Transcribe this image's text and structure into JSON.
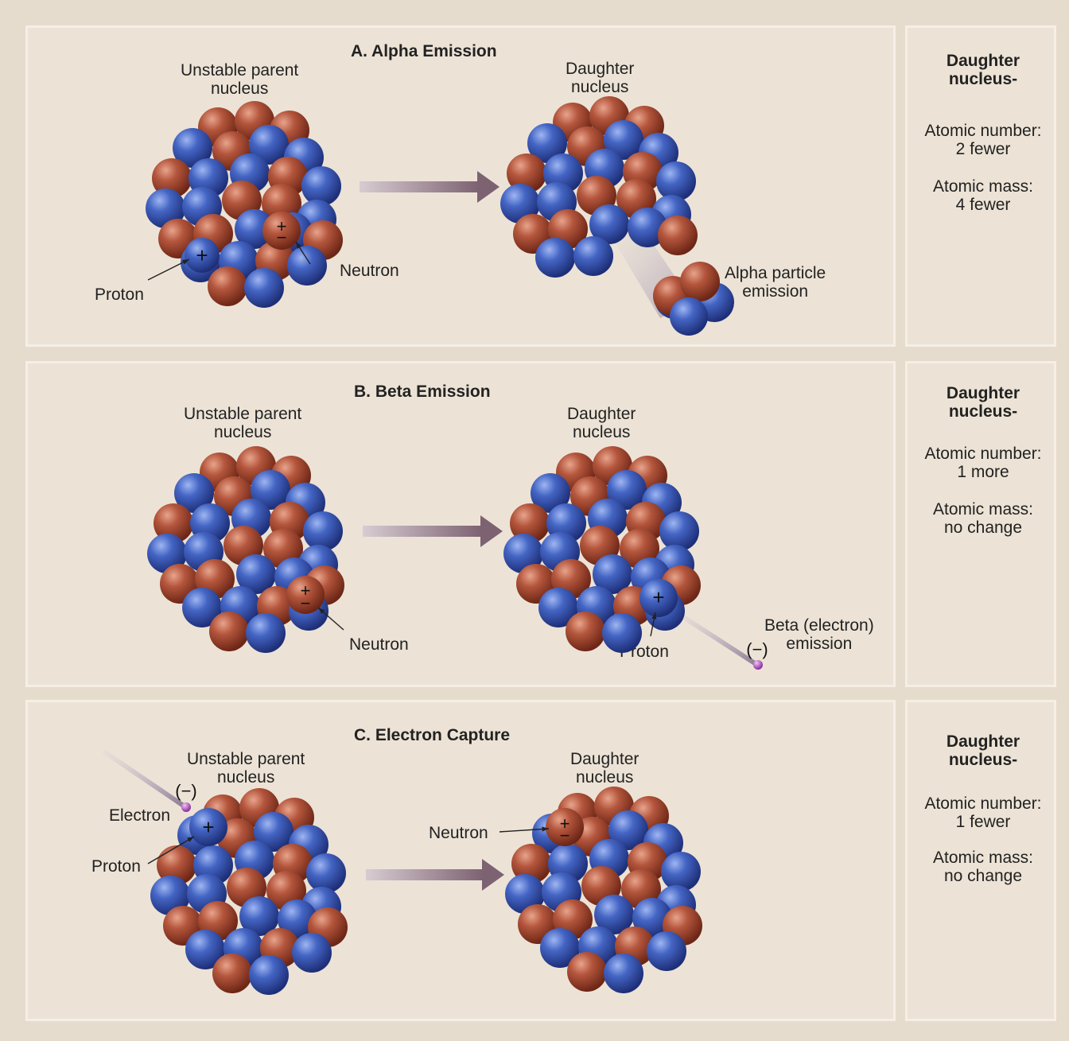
{
  "panels": [
    {
      "title": "A. Alpha Emission",
      "parent_label": "Unstable parent nucleus",
      "parent_label_l1": "Unstable parent",
      "parent_label_l2": "nucleus",
      "daughter_label_l1": "Daughter",
      "daughter_label_l2": "nucleus",
      "neutron_label": "Neutron",
      "proton_label": "Proton",
      "emission_l1": "Alpha particle",
      "emission_l2": "emission",
      "side_head_l1": "Daughter",
      "side_head_l2": "nucleus-",
      "atomic_number_label": "Atomic number:",
      "atomic_number_value": "2 fewer",
      "atomic_mass_label": "Atomic mass:",
      "atomic_mass_value": "4 fewer"
    },
    {
      "title": "B. Beta Emission",
      "parent_label_l1": "Unstable parent",
      "parent_label_l2": "nucleus",
      "daughter_label_l1": "Daughter",
      "daughter_label_l2": "nucleus",
      "neutron_label": "Neutron",
      "proton_label": "Proton",
      "emission_l1": "Beta (electron)",
      "emission_l2": "emission",
      "side_head_l1": "Daughter",
      "side_head_l2": "nucleus-",
      "atomic_number_label": "Atomic number:",
      "atomic_number_value": "1 more",
      "atomic_mass_label": "Atomic mass:",
      "atomic_mass_value": "no change"
    },
    {
      "title": "C. Electron Capture",
      "parent_label_l1": "Unstable parent",
      "parent_label_l2": "nucleus",
      "daughter_label_l1": "Daughter",
      "daughter_label_l2": "nucleus",
      "electron_label": "Electron",
      "proton_label": "Proton",
      "neutron_label": "Neutron",
      "side_head_l1": "Daughter",
      "side_head_l2": "nucleus-",
      "atomic_number_label": "Atomic number:",
      "atomic_number_value": "1 fewer",
      "atomic_mass_label": "Atomic mass:",
      "atomic_mass_value": "no change"
    }
  ],
  "symbols": {
    "plus": "+",
    "minus": "−",
    "minus_paren": "(−)"
  },
  "colors": {
    "proton": "#3d5bb3",
    "neutron": "#a84a35",
    "arrow": "#8a7480",
    "background": "#ece3d6"
  }
}
